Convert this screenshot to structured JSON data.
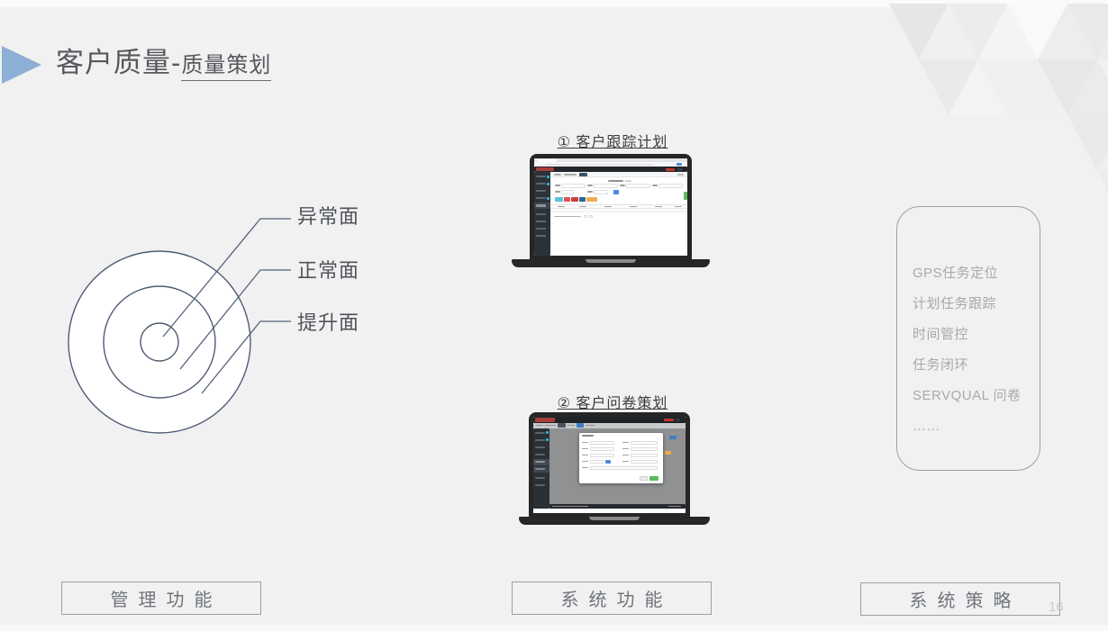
{
  "slide": {
    "title_main": "客户质量-",
    "title_sub": "质量策划",
    "page_number": "16"
  },
  "diagram": {
    "labels": [
      "异常面",
      "正常面",
      "提升面"
    ]
  },
  "screens": [
    {
      "caption": "① 客户跟踪计划"
    },
    {
      "caption": "② 客户问卷策划"
    }
  ],
  "strategy_box": {
    "items": [
      "GPS任务定位",
      "计划任务跟踪",
      "时间管控",
      "任务闭环",
      "SERVQUAL 问卷",
      "……"
    ]
  },
  "footer_boxes": [
    {
      "label": "管理功能"
    },
    {
      "label": "系统功能"
    },
    {
      "label": "系统策略"
    }
  ],
  "colors": {
    "background": "#f1f1f2",
    "accent_blue": "#8cafd5",
    "diagram_stroke": "#4f5c74",
    "mini_btn_cyan": "#5bc0de",
    "mini_btn_red": "#d9534f",
    "mini_btn_navy": "#2f6593",
    "mini_btn_orange": "#f0ad4e",
    "mini_btn_green": "#5cb85c",
    "mini_logo_red": "#a84039"
  }
}
